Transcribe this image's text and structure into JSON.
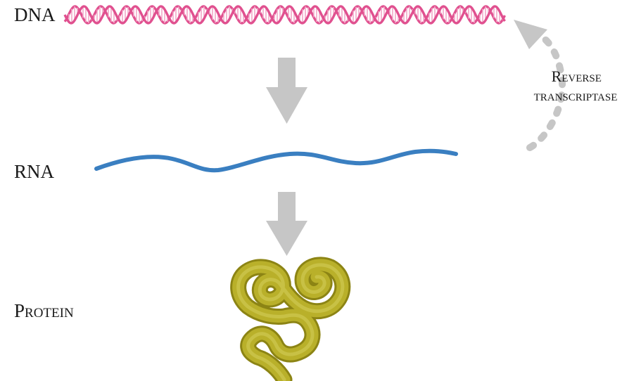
{
  "labels": {
    "dna": "DNA",
    "rna": "RNA",
    "protein": "Protein"
  },
  "reverse_transcriptase": {
    "line1": "Reverse",
    "line2": "transcriptase"
  },
  "colors": {
    "dna": "#e0508f",
    "dna_light": "#f2a6c6",
    "rna": "#3a7fc1",
    "protein": "#b9b02a",
    "protein_dark": "#8c8414",
    "protein_light": "#dcd667",
    "arrow": "#c6c6c6",
    "text": "#1a1a1a"
  }
}
